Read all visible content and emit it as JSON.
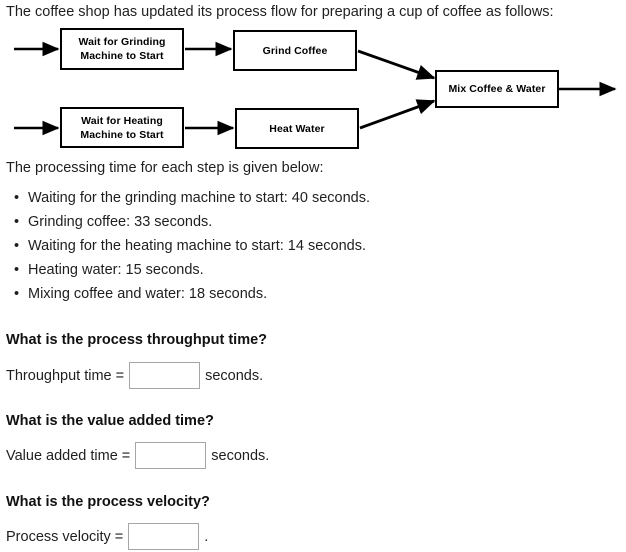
{
  "intro": {
    "text": "The coffee shop has updated its process flow for preparing a cup of coffee as follows:"
  },
  "diagram": {
    "nodes": [
      {
        "id": "wait-grinding",
        "label": "Wait for Grinding\nMachine to Start"
      },
      {
        "id": "grind-coffee",
        "label": "Grind Coffee"
      },
      {
        "id": "wait-heating",
        "label": "Wait for Heating\nMachine to Start"
      },
      {
        "id": "heat-water",
        "label": "Heat Water"
      },
      {
        "id": "mix",
        "label": "Mix Coffee & Water"
      }
    ],
    "node_labels": {
      "wait_grinding_line1": "Wait for Grinding",
      "wait_grinding_line2": "Machine to Start",
      "grind_coffee": "Grind Coffee",
      "wait_heating_line1": "Wait for Heating",
      "wait_heating_line2": "Machine to Start",
      "heat_water": "Heat Water",
      "mix": "Mix Coffee & Water"
    },
    "edges": [
      {
        "from": "input-top",
        "to": "wait-grinding"
      },
      {
        "from": "wait-grinding",
        "to": "grind-coffee"
      },
      {
        "from": "grind-coffee",
        "to": "mix"
      },
      {
        "from": "input-bottom",
        "to": "wait-heating"
      },
      {
        "from": "wait-heating",
        "to": "heat-water"
      },
      {
        "from": "heat-water",
        "to": "mix"
      },
      {
        "from": "mix",
        "to": "output"
      }
    ],
    "line_color": "#000000"
  },
  "times": {
    "intro": "The processing time for each step is given below:",
    "bullet_glyph": "•",
    "items": [
      {
        "label": "Waiting for the grinding machine to start",
        "value": 40,
        "unit": "seconds",
        "text": "Waiting for the grinding machine to start: 40 seconds."
      },
      {
        "label": "Grinding coffee",
        "value": 33,
        "unit": "seconds",
        "text": "Grinding coffee: 33 seconds."
      },
      {
        "label": "Waiting for the heating machine to start",
        "value": 14,
        "unit": "seconds",
        "text": "Waiting for the heating machine to start: 14 seconds."
      },
      {
        "label": "Heating water",
        "value": 15,
        "unit": "seconds",
        "text": "Heating water: 15 seconds."
      },
      {
        "label": "Mixing coffee and water",
        "value": 18,
        "unit": "seconds",
        "text": "Mixing coffee and water: 18 seconds."
      }
    ]
  },
  "questions": [
    {
      "heading": "What is the process throughput time?",
      "label_pre": "Throughput time =",
      "label_post": "seconds.",
      "value": "",
      "placeholder": ""
    },
    {
      "heading": "What is the value added time?",
      "label_pre": "Value added time =",
      "label_post": "seconds.",
      "value": "",
      "placeholder": ""
    },
    {
      "heading": "What is the process velocity?",
      "label_pre": "Process velocity =",
      "label_post": ".",
      "value": "",
      "placeholder": ""
    }
  ]
}
